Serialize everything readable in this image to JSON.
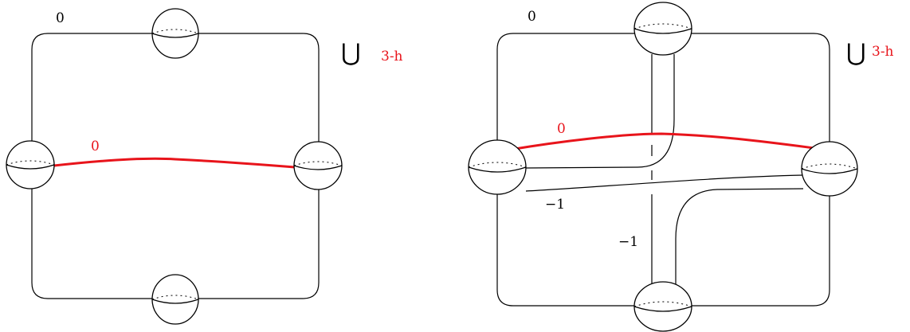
{
  "colors": {
    "attaching_curve": "#e8141b",
    "label_red": "#e8141b",
    "line": "#000000"
  },
  "left_diagram": {
    "top_label": "0",
    "curve_label": "0",
    "union_symbol": "⋃",
    "union_label": "3-h"
  },
  "right_diagram": {
    "top_label": "0",
    "curve_label": "0",
    "horizontal_band_label": "−1",
    "vertical_band_label": "−1",
    "union_symbol": "⋃",
    "union_label": "3-h"
  }
}
